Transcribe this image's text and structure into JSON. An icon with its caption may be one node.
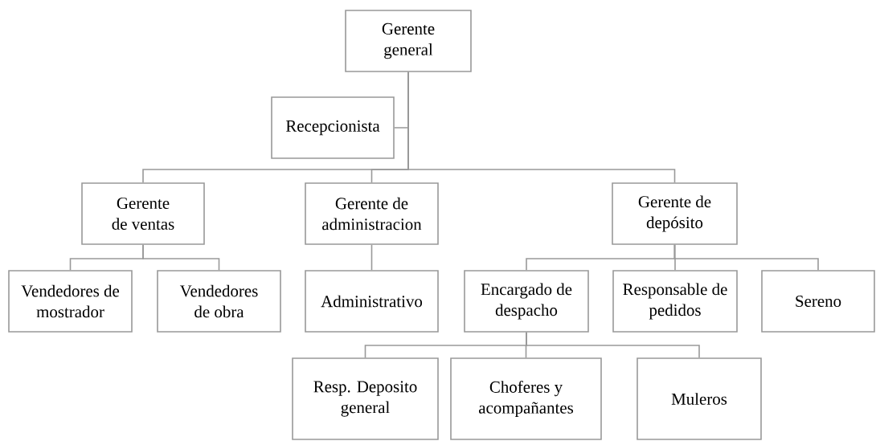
{
  "diagram": {
    "nodes": [
      {
        "text": [
          "Gerente general"
        ]
      },
      {
        "text": [
          "Recepcionista"
        ]
      },
      {
        "text": [
          "Gerente de ventas"
        ]
      },
      {
        "text": [
          "Gerente de administracion"
        ]
      },
      {
        "text": [
          "Gerente de depósito"
        ]
      },
      {
        "text": [
          "Vendedores de mostrador"
        ]
      },
      {
        "text": [
          "Vendedores de obra"
        ]
      },
      {
        "text": [
          "Administrativo"
        ]
      },
      {
        "text": [
          "Encargado de despacho"
        ]
      },
      {
        "text": [
          "Responsable de pedidos"
        ]
      },
      {
        "text": [
          "Sereno"
        ]
      },
      {
        "text": [
          "Resp. Deposito general"
        ]
      },
      {
        "text": [
          "Choferes y acompañantes"
        ]
      },
      {
        "text": [
          "Muleros"
        ]
      }
    ],
    "edges": [
      {
        "from": 0,
        "to": 1,
        "arrow": "none"
      },
      {
        "from": 0,
        "to": 2,
        "arrow": "none"
      },
      {
        "from": 0,
        "to": 3,
        "arrow": "none"
      },
      {
        "from": 0,
        "to": 4,
        "arrow": "none"
      },
      {
        "from": 2,
        "to": 5,
        "arrow": "none"
      },
      {
        "from": 2,
        "to": 6,
        "arrow": "none"
      },
      {
        "from": 3,
        "to": 7,
        "arrow": "none"
      },
      {
        "from": 4,
        "to": 8,
        "arrow": "none"
      },
      {
        "from": 4,
        "to": 9,
        "arrow": "none"
      },
      {
        "from": 4,
        "to": 10,
        "arrow": "none"
      },
      {
        "from": 8,
        "to": 11,
        "arrow": "none"
      },
      {
        "from": 8,
        "to": 12,
        "arrow": "none"
      },
      {
        "from": 8,
        "to": 13,
        "arrow": "none"
      }
    ]
  }
}
